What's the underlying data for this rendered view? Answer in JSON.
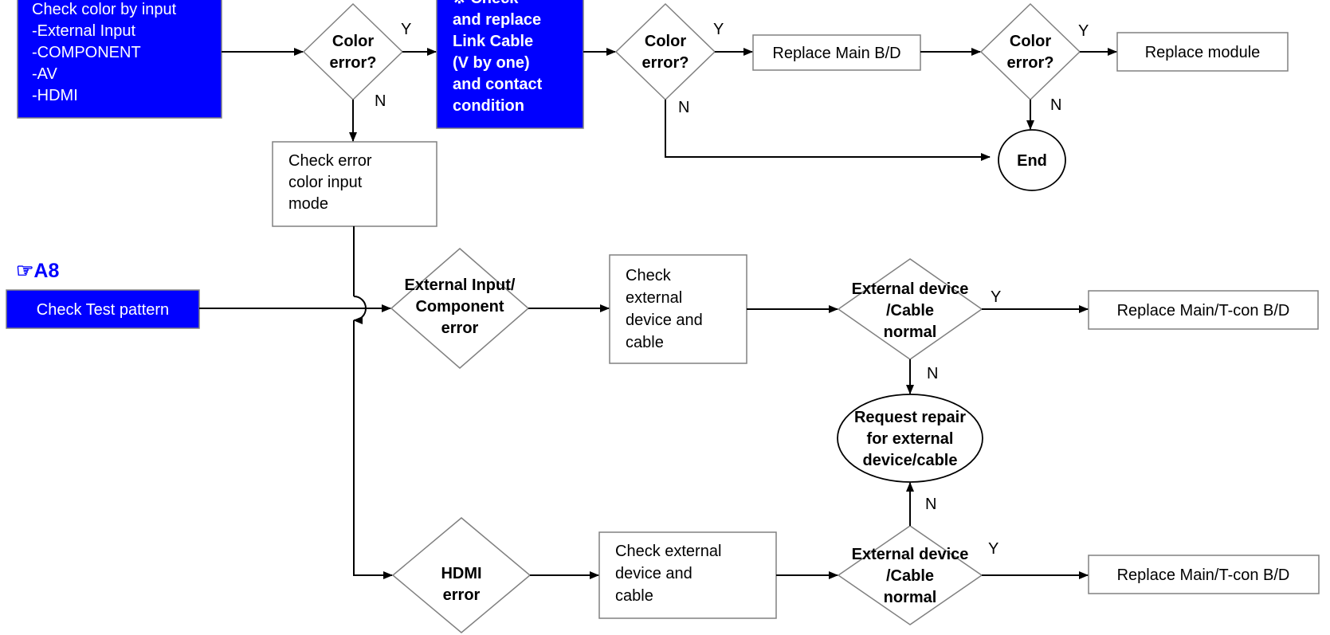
{
  "top_row": {
    "input_box": [
      "Check color by input",
      "-External Input",
      "-COMPONENT",
      "-AV",
      "-HDMI"
    ],
    "color_error_1": [
      "Color",
      "error?"
    ],
    "link_cable_box": [
      "※ Check",
      "and replace",
      "Link Cable",
      "(V by one)",
      "and contact",
      "condition"
    ],
    "color_error_2": [
      "Color",
      "error?"
    ],
    "replace_main_bd": "Replace Main B/D",
    "color_error_3": [
      "Color",
      "error?"
    ],
    "replace_module": "Replace module",
    "end": "End",
    "check_error_color_mode": [
      "Check error",
      "color input",
      "mode"
    ]
  },
  "section_a8": {
    "reference": "☞A8",
    "check_test_pattern": "Check Test pattern",
    "ext_component_error": [
      "External Input/",
      "Component",
      "error"
    ],
    "check_ext_device_1": [
      "Check",
      "external",
      "device and",
      "cable"
    ],
    "ext_device_normal_1": [
      "External device",
      "/Cable",
      "normal"
    ],
    "replace_main_tcon_1": "Replace Main/T-con B/D",
    "request_repair": [
      "Request repair",
      "for external",
      "device/cable"
    ],
    "hdmi_error": [
      "HDMI",
      "error"
    ],
    "check_ext_device_2": [
      "Check external",
      "device and",
      "cable"
    ],
    "ext_device_normal_2": [
      "External device",
      "/Cable",
      "normal"
    ],
    "replace_main_tcon_2": "Replace Main/T-con B/D"
  },
  "labels": {
    "yes": "Y",
    "no": "N"
  },
  "colors": {
    "highlight_fill": "#0000ff",
    "highlight_text": "#ffffff",
    "stroke": "#000000",
    "box_border": "#808080"
  }
}
